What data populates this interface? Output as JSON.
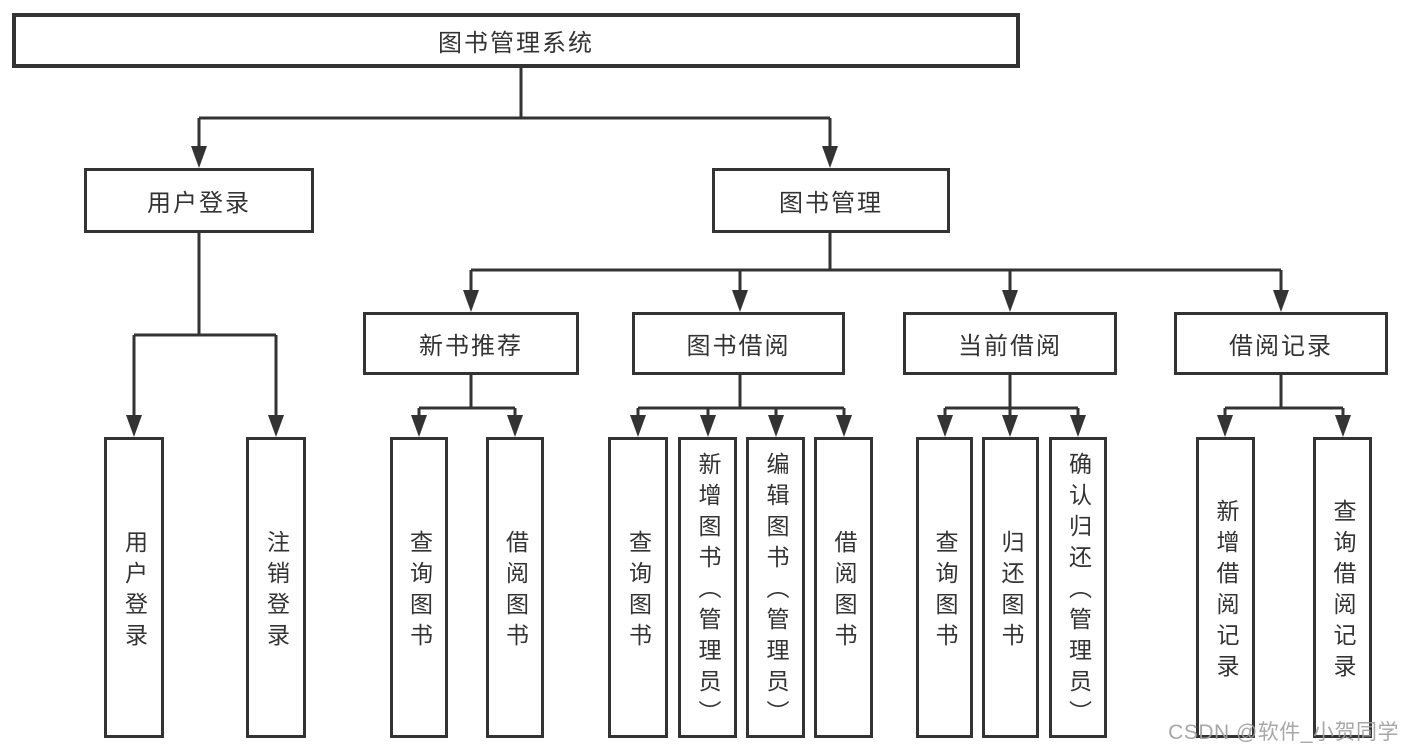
{
  "diagram": {
    "root": {
      "label": "图书管理系统"
    },
    "branches": [
      {
        "label": "用户登录",
        "children": [
          {
            "label": "用户登录"
          },
          {
            "label": "注销登录"
          }
        ]
      },
      {
        "label": "图书管理",
        "children": [
          {
            "label": "新书推荐",
            "children": [
              {
                "label": "查询图书"
              },
              {
                "label": "借阅图书"
              }
            ]
          },
          {
            "label": "图书借阅",
            "children": [
              {
                "label": "查询图书"
              },
              {
                "label": "新增图书（管理员）"
              },
              {
                "label": "编辑图书（管理员）"
              },
              {
                "label": "借阅图书"
              }
            ]
          },
          {
            "label": "当前借阅",
            "children": [
              {
                "label": "查询图书"
              },
              {
                "label": "归还图书"
              },
              {
                "label": "确认归还（管理员）"
              }
            ]
          },
          {
            "label": "借阅记录",
            "children": [
              {
                "label": "新增借阅记录"
              },
              {
                "label": "查询借阅记录"
              }
            ]
          }
        ]
      }
    ]
  },
  "watermark": {
    "text": "CSDN @软件_小贺同学"
  },
  "colors": {
    "line": "#333333",
    "text": "#333333",
    "background": "#ffffff",
    "watermark_text": "#9e9e9e"
  }
}
